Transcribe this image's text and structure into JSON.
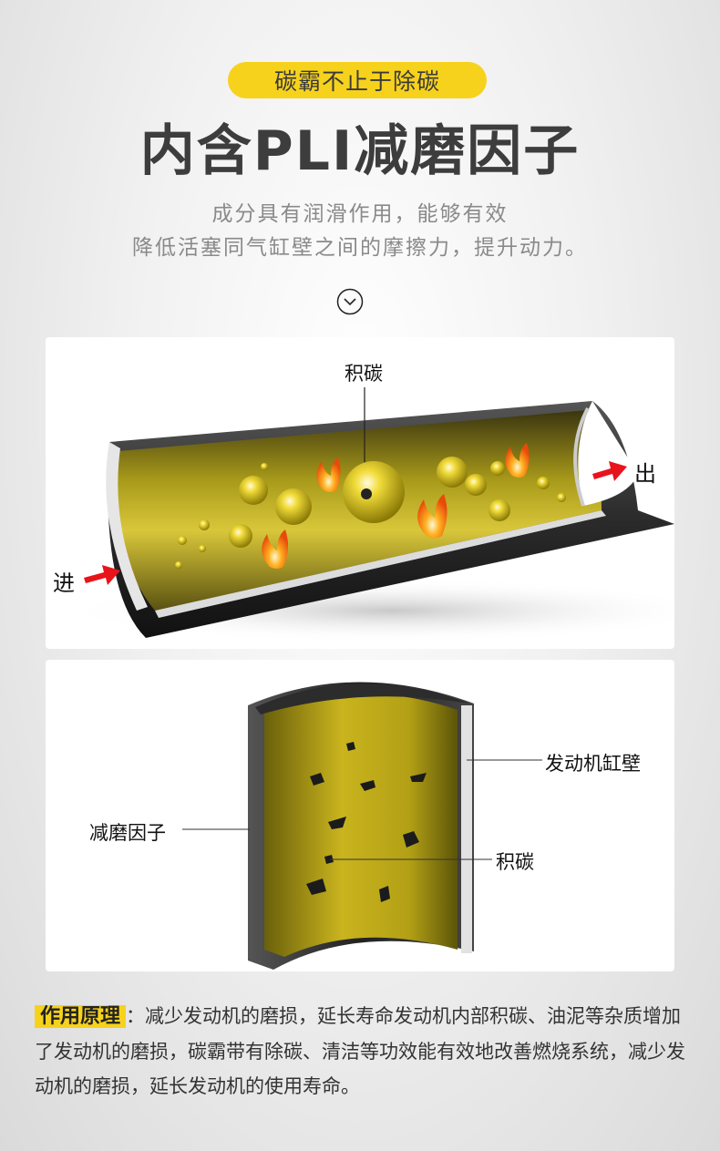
{
  "header": {
    "badge": "碳霸不止于除碳",
    "title": "内含PLI减磨因子",
    "subtitle_line1": "成分具有润滑作用，能够有效",
    "subtitle_line2": "降低活塞同气缸壁之间的摩擦力，提升动力。"
  },
  "diagram_pipe": {
    "label_carbon": "积碳",
    "label_in": "进",
    "label_out": "出"
  },
  "diagram_cylinder": {
    "label_wall": "发动机缸壁",
    "label_factor": "减磨因子",
    "label_carbon": "积碳"
  },
  "principle": {
    "tag": "作用原理",
    "text": "：减少发动机的磨损，延长寿命发动机内部积碳、油泥等杂质增加了发动机的磨损，碳霸带有除碳、清洁等功效能有效地改善燃烧系统，减少发动机的磨损，延长发动机的使用寿命。"
  },
  "colors": {
    "accent": "#f7d21c",
    "arrow": "#e8141b"
  }
}
